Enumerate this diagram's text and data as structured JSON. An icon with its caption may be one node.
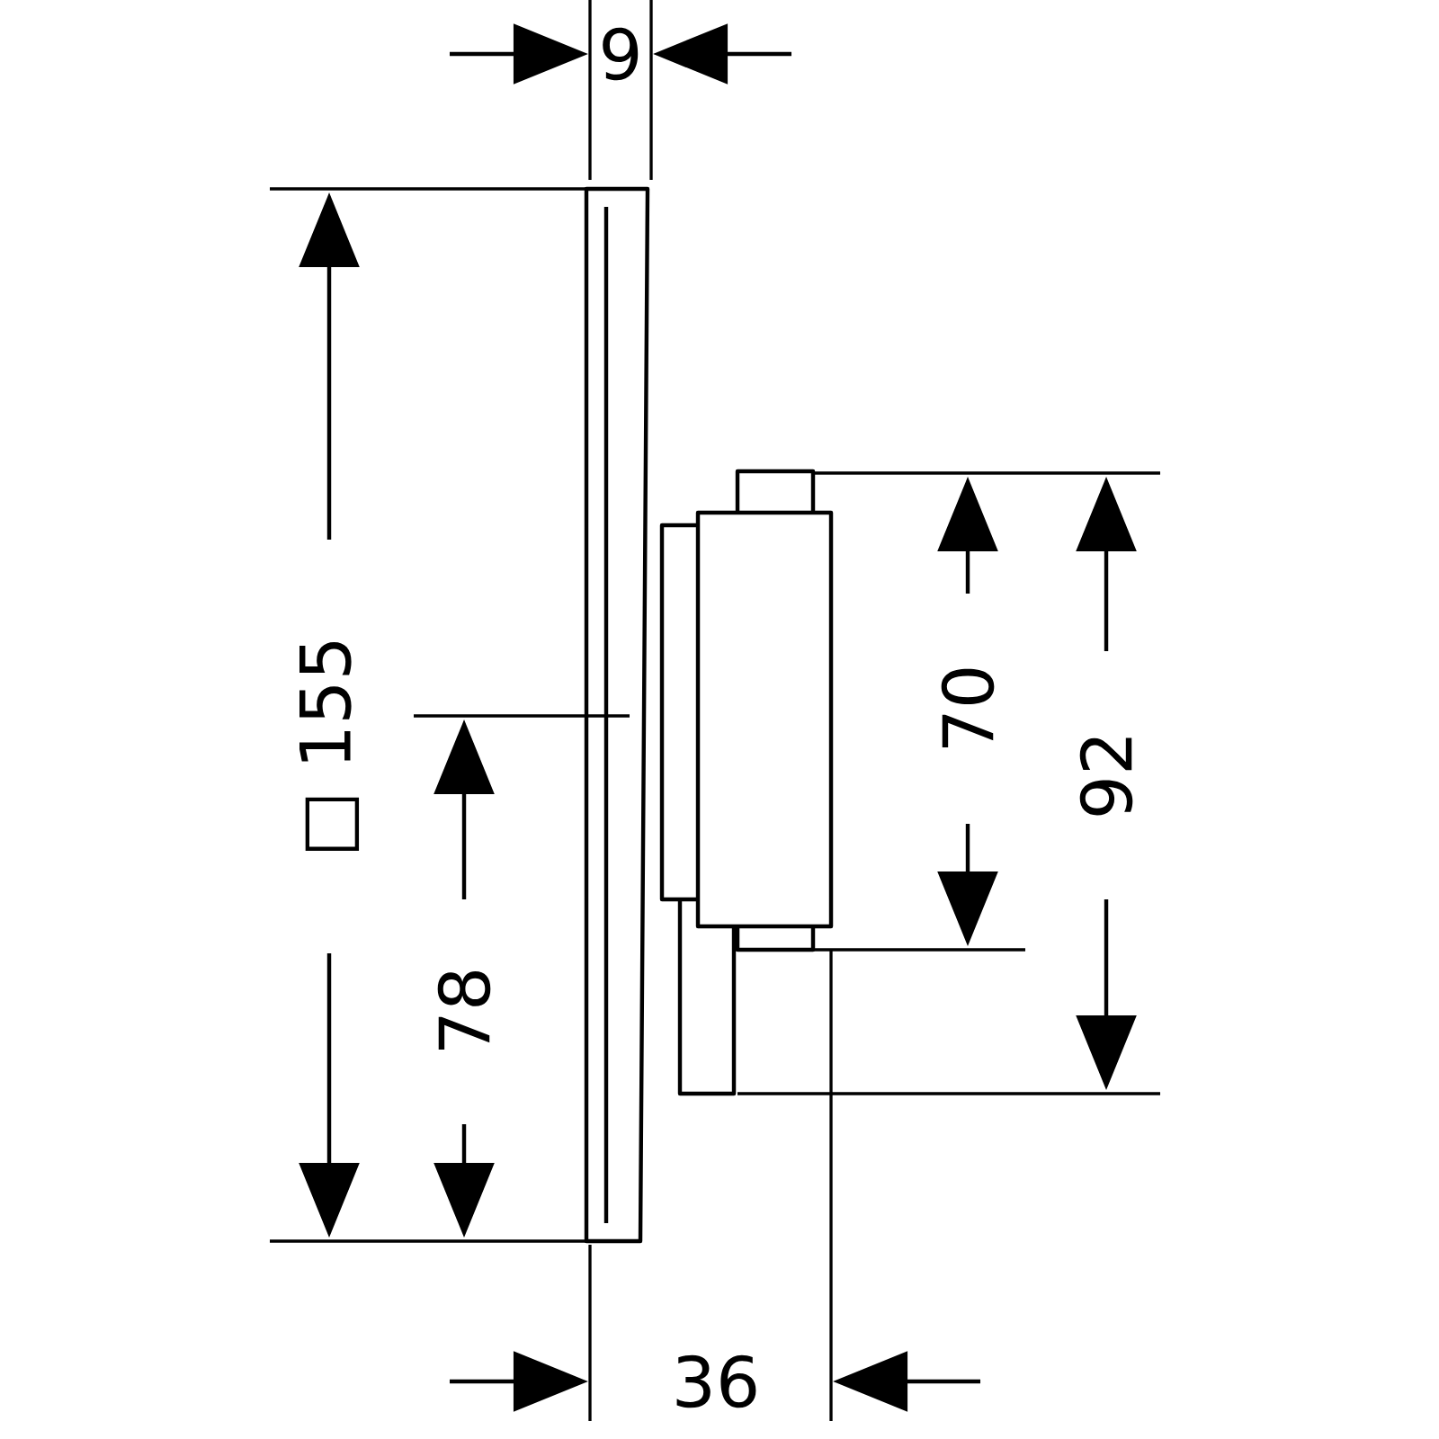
{
  "diagram": {
    "labels": [
      "9",
      "□ 155",
      "70",
      "92",
      "78",
      "36"
    ]
  }
}
